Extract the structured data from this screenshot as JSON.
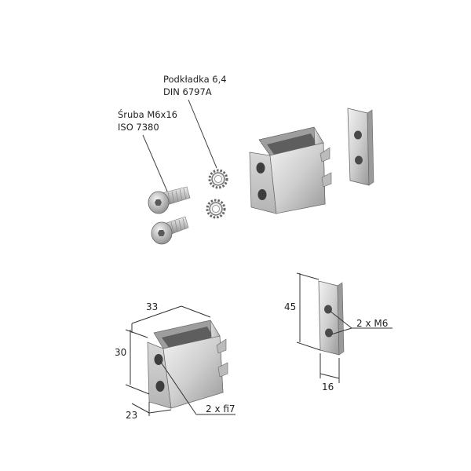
{
  "labels": {
    "washer_line1": "Podkładka 6,4",
    "washer_line2": "DIN 6797A",
    "screw_line1": "Śruba M6x16",
    "screw_line2": "ISO 7380"
  },
  "dimensions": {
    "bracket_width": "33",
    "bracket_height": "30",
    "bracket_depth": "23",
    "bracket_holes": "2 x fi7",
    "plate_height": "45",
    "plate_threads": "2 x M6",
    "plate_width": "16"
  },
  "colors": {
    "metal_light": "#e6e6e6",
    "metal_mid": "#c4c4c4",
    "metal_dark": "#8e8e8e",
    "line": "#333333"
  }
}
